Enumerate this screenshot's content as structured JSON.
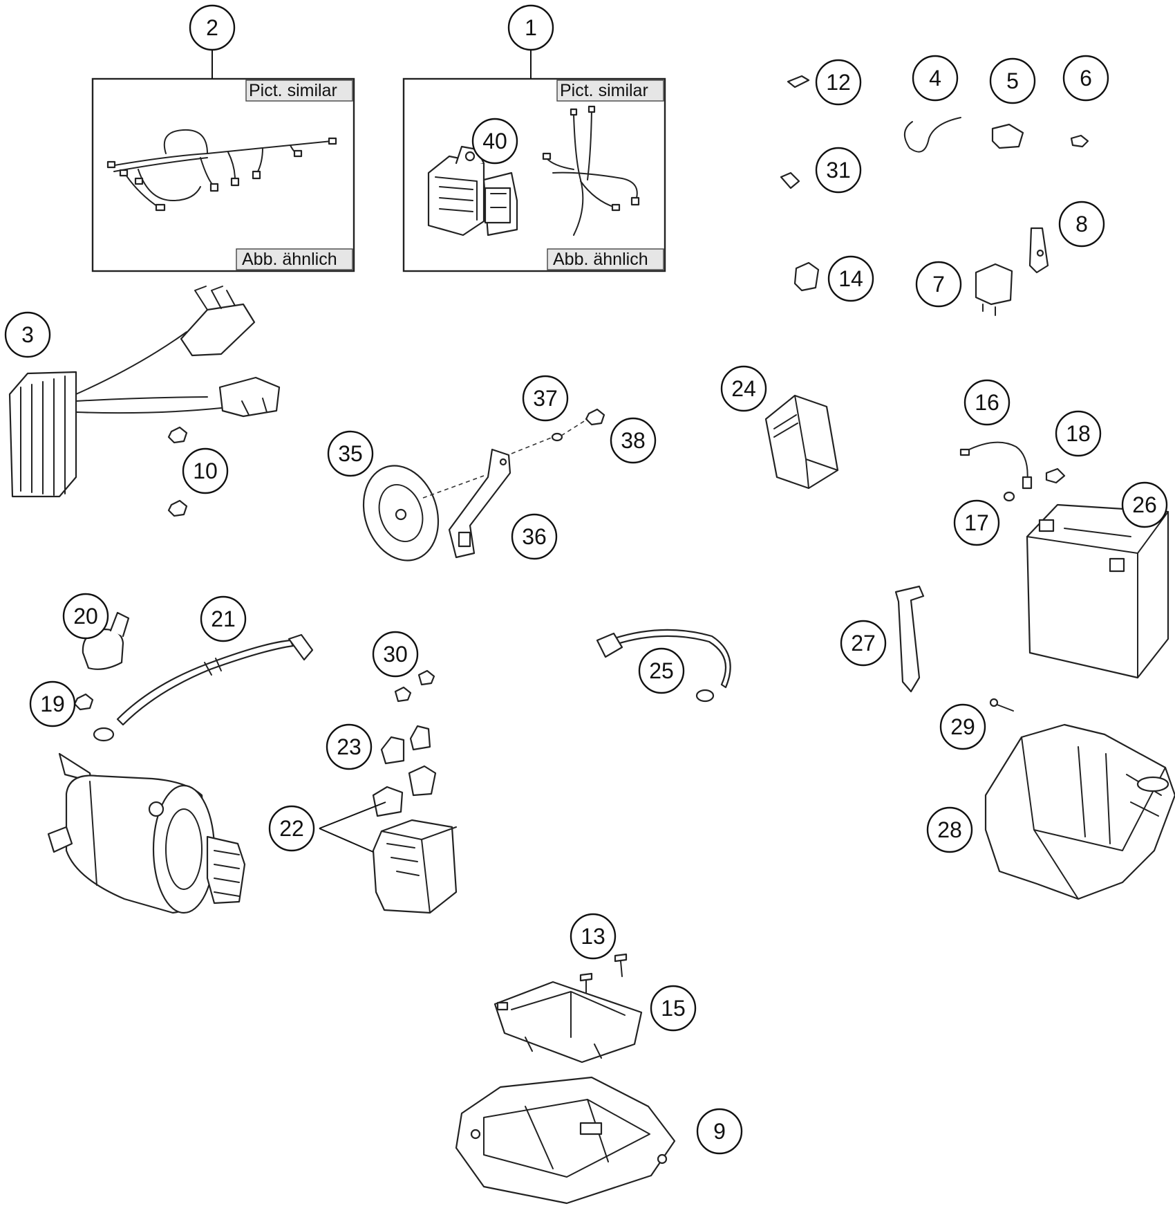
{
  "diagram": {
    "frames": [
      {
        "id": "frame-2",
        "callout": "2",
        "top_tag": "Pict. similar",
        "bottom_tag": "Abb. ähnlich"
      },
      {
        "id": "frame-1",
        "callout": "1",
        "top_tag": "Pict. similar",
        "bottom_tag": "Abb. ähnlich"
      }
    ],
    "callouts": [
      "1",
      "2",
      "3",
      "4",
      "5",
      "6",
      "7",
      "8",
      "9",
      "10",
      "12",
      "13",
      "14",
      "15",
      "16",
      "17",
      "18",
      "19",
      "20",
      "21",
      "22",
      "23",
      "24",
      "25",
      "26",
      "27",
      "28",
      "29",
      "30",
      "31",
      "35",
      "36",
      "37",
      "38",
      "40"
    ]
  }
}
